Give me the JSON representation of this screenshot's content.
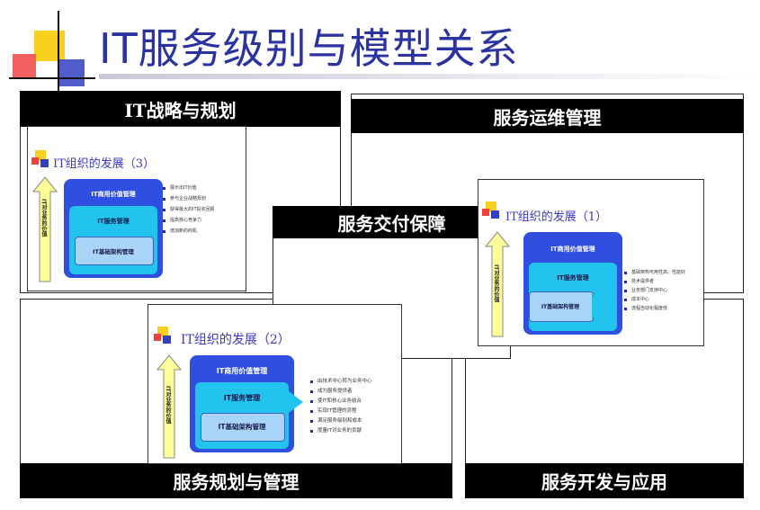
{
  "title": "IT服务级别与模型关系",
  "panels": {
    "strategy": "IT战略与规划",
    "operations": "服务运维管理",
    "delivery": "服务交付保障",
    "planning": "服务规划与管理",
    "development": "服务开发与应用"
  },
  "slides": {
    "s3": {
      "title": "IT组织的发展（3）",
      "layers": [
        "IT商用价值管理",
        "IT服务管理",
        "IT基础架构管理"
      ],
      "arrow_text": "IT对业务的价值",
      "bullets": [
        "展示出IT价值",
        "参与企业战略规划",
        "获得最大的IT投资回报",
        "提高核心竞争力",
        "增加新的商机"
      ]
    },
    "s2": {
      "title": "IT组织的发展（2）",
      "layers": [
        "IT商用价值管理",
        "IT服务管理",
        "IT基础架构管理"
      ],
      "arrow_text": "IT对业务的价值",
      "bullets": [
        "由技术中心转为业务中心",
        "成为服务提供者",
        "使IT和核心业务结合",
        "实现IT管理的流程",
        "满足服务级别和成本",
        "度量IT对业务的贡献"
      ]
    },
    "s1": {
      "title": "IT组织的发展（1）",
      "layers": [
        "IT商用价值管理",
        "IT服务管理",
        "IT基础架构管理"
      ],
      "arrow_text": "IT对业务的价值",
      "bullets": [
        "基础架构可用性高、性能好",
        "技术提供者",
        "业务部门支持中心",
        "成本中心",
        "流程自动化程度低"
      ]
    }
  },
  "colors": {
    "title": "#2a33a0",
    "layer_outer": "#2f4fe0",
    "layer_mid": "#22c4ee",
    "layer_inner": "#a8d4f8",
    "arrow": "#ffff99",
    "logo_yellow": "#f8d020",
    "logo_red": "#f04040",
    "logo_blue": "#3040c0"
  }
}
